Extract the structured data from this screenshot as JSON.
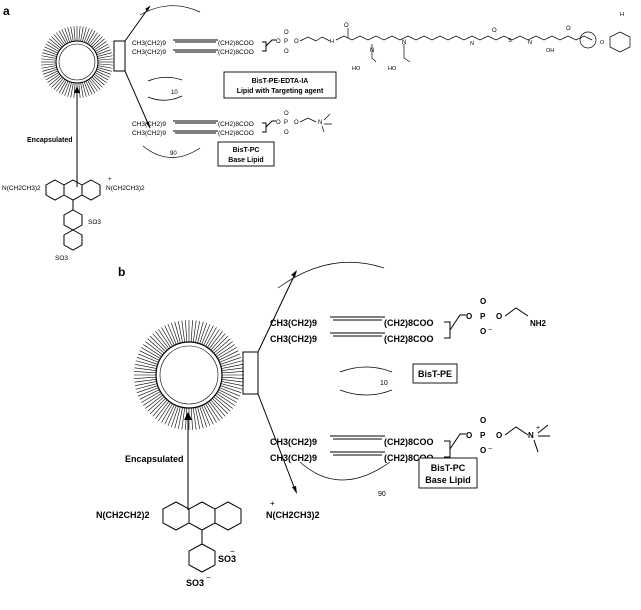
{
  "panel_a": {
    "label": "a",
    "encapsulated": "Encapsulated",
    "angle_small": "10",
    "angle_large": "90",
    "pe_chain_1": "CH3(CH2)9",
    "pe_chain_2": "CH3(CH2)9",
    "pe_coo_1": "(CH2)8COO",
    "pe_coo_2": "(CH2)8COO",
    "pc_chain_1": "CH3(CH2)9",
    "pc_chain_2": "CH3(CH2)9",
    "pc_coo_1": "(CH2)8COO",
    "pc_coo_2": "(CH2)8COO",
    "box_eda_line1": "BisT-PE-EDTA-IA",
    "box_eda_line2": "Lipid with Targeting agent",
    "box_pc_line1": "BisT-PC",
    "box_pc_line2": "Base Lipid",
    "dye_amine_left": "N(CH2CH3)2",
    "dye_amine_right": "N(CH2CH3)2",
    "dye_so3": "SO3",
    "dye_so3_bottom": "SO3"
  },
  "panel_b": {
    "label": "b",
    "encapsulated": "Encapsulated",
    "angle_small": "10",
    "angle_large": "90",
    "pe_chain_1": "CH3(CH2)9",
    "pe_chain_2": "CH3(CH2)9",
    "pe_coo_1": "(CH2)8COO",
    "pe_coo_2": "(CH2)8COO",
    "pe_head": "NH2",
    "pc_chain_1": "CH3(CH2)9",
    "pc_chain_2": "CH3(CH2)9",
    "pc_coo_1": "(CH2)8COO",
    "pc_coo_2": "(CH2)8COO",
    "box_pe": "BisT-PE",
    "box_pc_line1": "BisT-PC",
    "box_pc_line2": "Base Lipid",
    "dye_amine_left": "N(CH2CH2)2",
    "dye_amine_right": "N(CH2CH3)2",
    "dye_so3": "SO3",
    "dye_so3_bottom": "SO3"
  }
}
